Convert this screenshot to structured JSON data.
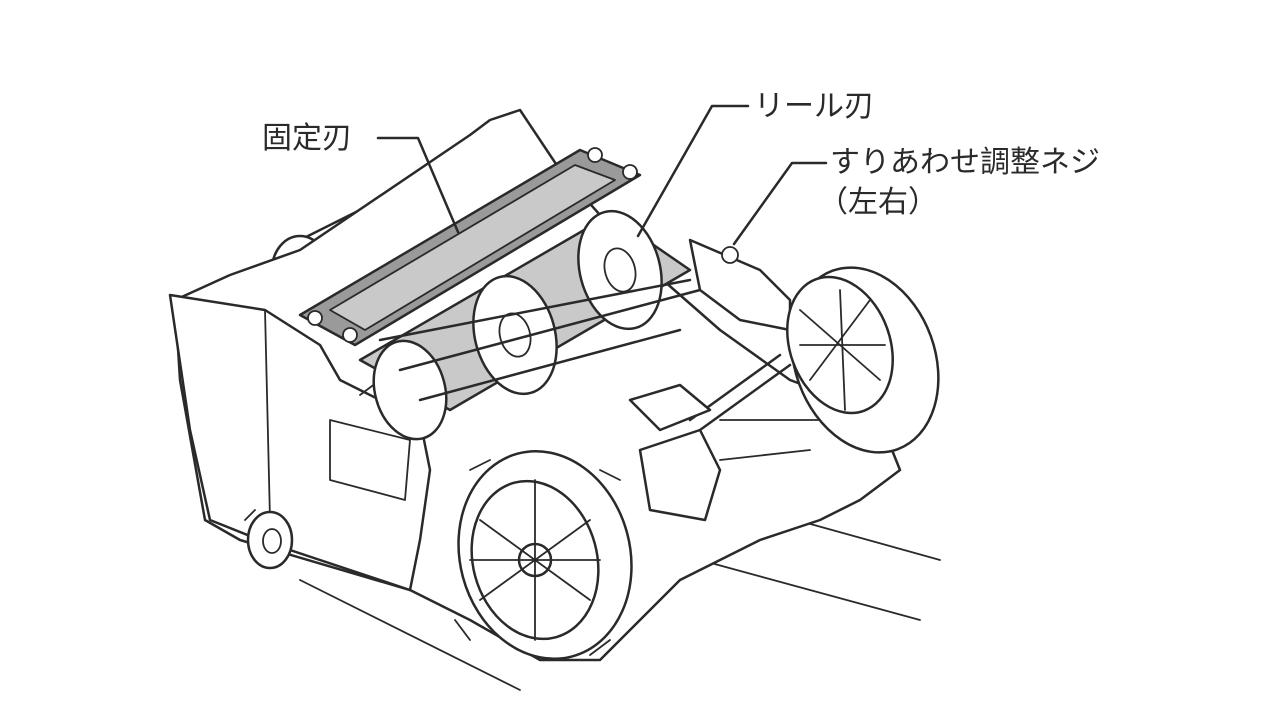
{
  "figure": {
    "labels": {
      "fixed_blade": "固定刃",
      "reel_blade": "リール刃",
      "adjust_screw_line1": "すりあわせ調整ネジ",
      "adjust_screw_line2": "（左右）"
    }
  }
}
